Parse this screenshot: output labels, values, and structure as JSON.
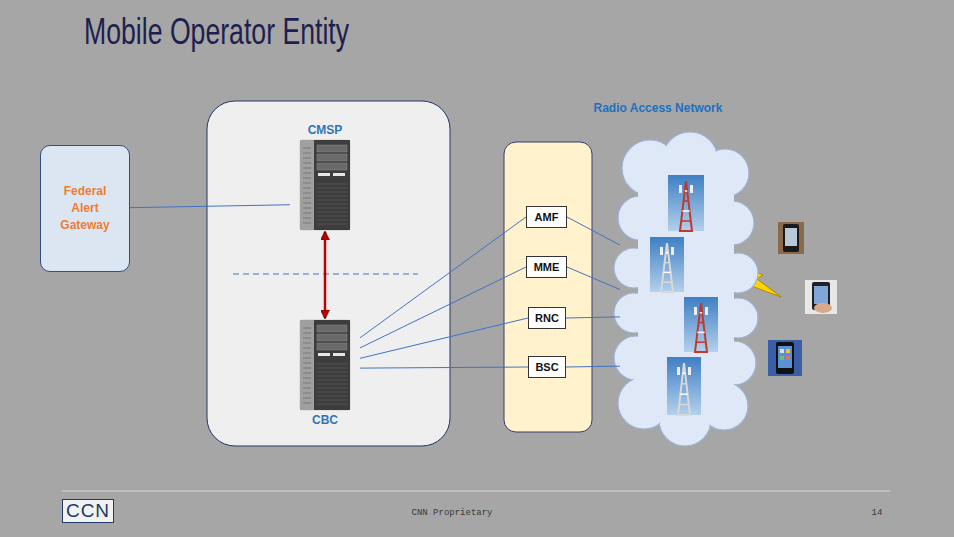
{
  "diagram": {
    "title": "Mobile Operator Entity",
    "nodes": [
      {
        "text": [
          "Federal Alert Gateway"
        ]
      },
      {
        "text": [
          "CMSP"
        ]
      },
      {
        "text": [
          "CBC"
        ]
      },
      {
        "text": [
          "AMF"
        ]
      },
      {
        "text": [
          "MME"
        ]
      },
      {
        "text": [
          "RNC"
        ]
      },
      {
        "text": [
          "BSC"
        ]
      },
      {
        "text": [
          "Radio Access Network"
        ]
      }
    ],
    "edges": [
      {
        "from": 0,
        "to": 1,
        "arrow": "none"
      },
      {
        "from": 1,
        "to": 2,
        "arrow": "both"
      },
      {
        "from": 2,
        "to": 3,
        "arrow": "none"
      },
      {
        "from": 2,
        "to": 4,
        "arrow": "none"
      },
      {
        "from": 2,
        "to": 5,
        "arrow": "none"
      },
      {
        "from": 2,
        "to": 6,
        "arrow": "none"
      },
      {
        "from": 3,
        "to": 7,
        "arrow": "none"
      },
      {
        "from": 4,
        "to": 7,
        "arrow": "none"
      },
      {
        "from": 5,
        "to": 7,
        "arrow": "none"
      },
      {
        "from": 6,
        "to": 7,
        "arrow": "none"
      }
    ],
    "labels": [
      "CCN",
      "CNN Proprietary",
      "14"
    ]
  }
}
